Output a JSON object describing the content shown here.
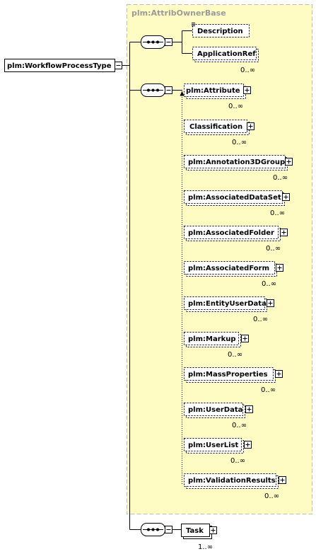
{
  "colors": {
    "base_fill": "#fefcc3",
    "base_border": "#bdbdbd",
    "base_title": "#9a9a9a",
    "box_fill": "#ffffff",
    "line": "#000000"
  },
  "root": {
    "label": "plm:WorkflowProcessType"
  },
  "base": {
    "title": "plm:AttribOwnerBase"
  },
  "seq1": {
    "elements": [
      {
        "label": "Description",
        "occurs": "",
        "optional": true,
        "expandable": false,
        "doc_icon": true
      },
      {
        "label": "ApplicationRef",
        "occurs": "0..∞",
        "optional": true,
        "expandable": false,
        "doc_icon": false
      }
    ]
  },
  "seq2": {
    "substitution_head": {
      "label": "plm:Attribute",
      "occurs": "0..∞"
    },
    "elements": [
      {
        "label": "Classification",
        "occurs": "0..∞"
      },
      {
        "label": "plm:Annotation3DGroup",
        "occurs": "0..∞"
      },
      {
        "label": "plm:AssociatedDataSet",
        "occurs": "0..∞"
      },
      {
        "label": "plm:AssociatedFolder",
        "occurs": "0..∞"
      },
      {
        "label": "plm:AssociatedForm",
        "occurs": "0..∞"
      },
      {
        "label": "plm:EntityUserData",
        "occurs": "0..∞"
      },
      {
        "label": "plm:Markup",
        "occurs": "0..∞"
      },
      {
        "label": "plm:MassProperties",
        "occurs": "0..∞"
      },
      {
        "label": "plm:UserData",
        "occurs": "0..∞"
      },
      {
        "label": "plm:UserList",
        "occurs": "0..∞"
      },
      {
        "label": "plm:ValidationResults",
        "occurs": "0..∞"
      }
    ]
  },
  "task": {
    "label": "Task",
    "occurs": "1..∞"
  }
}
